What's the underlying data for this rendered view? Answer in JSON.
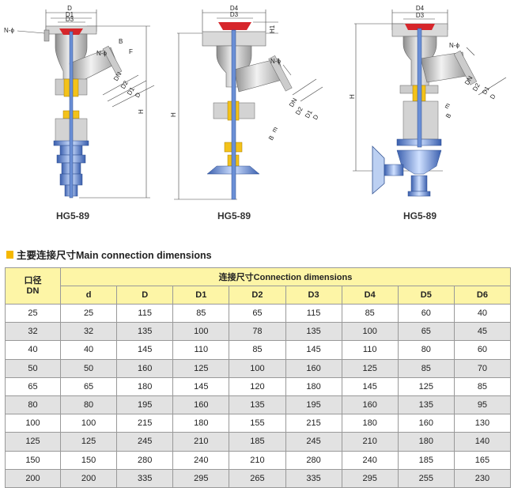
{
  "drawings": [
    {
      "caption": "HG5-89",
      "labels": {
        "D": "D",
        "D1": "D1",
        "D3": "D3",
        "N_phi": "N-ϕ",
        "B": "B",
        "F": "F",
        "DN": "DN",
        "D2": "D2",
        "D1b": "D1",
        "Db": "D",
        "H": "H"
      }
    },
    {
      "caption": "HG5-89",
      "labels": {
        "D4": "D4",
        "D3": "D3",
        "H1": "H1",
        "N_phi": "N-ϕ",
        "DN": "DN",
        "D2": "D2",
        "D1": "D1",
        "D": "D",
        "m": "m",
        "B": "B",
        "H": "H"
      }
    },
    {
      "caption": "HG5-89",
      "labels": {
        "D4": "D4",
        "D3": "D3",
        "N_phi": "N-ϕ",
        "DN": "DN",
        "D2": "D2",
        "D1": "D1",
        "D": "D",
        "m": "m",
        "B": "B",
        "H": "H"
      }
    }
  ],
  "section": {
    "title": "主要连接尺寸Main connection dimensions",
    "bullet_color": "#f5b800"
  },
  "table": {
    "dn_header_cn": "口径",
    "dn_header_en": "DN",
    "group_header": "连接尺寸Connection dimensions",
    "columns": [
      "d",
      "D",
      "D1",
      "D2",
      "D3",
      "D4",
      "D5",
      "D6"
    ],
    "header_color": "#fdf5a6",
    "stripe_color": "#e2e2e2",
    "rows": [
      [
        "25",
        "25",
        "115",
        "85",
        "65",
        "115",
        "85",
        "60",
        "40"
      ],
      [
        "32",
        "32",
        "135",
        "100",
        "78",
        "135",
        "100",
        "65",
        "45"
      ],
      [
        "40",
        "40",
        "145",
        "110",
        "85",
        "145",
        "110",
        "80",
        "60"
      ],
      [
        "50",
        "50",
        "160",
        "125",
        "100",
        "160",
        "125",
        "85",
        "70"
      ],
      [
        "65",
        "65",
        "180",
        "145",
        "120",
        "180",
        "145",
        "125",
        "85"
      ],
      [
        "80",
        "80",
        "195",
        "160",
        "135",
        "195",
        "160",
        "135",
        "95"
      ],
      [
        "100",
        "100",
        "215",
        "180",
        "155",
        "215",
        "180",
        "160",
        "130"
      ],
      [
        "125",
        "125",
        "245",
        "210",
        "185",
        "245",
        "210",
        "180",
        "140"
      ],
      [
        "150",
        "150",
        "280",
        "240",
        "210",
        "280",
        "240",
        "185",
        "165"
      ],
      [
        "200",
        "200",
        "335",
        "295",
        "265",
        "335",
        "295",
        "255",
        "230"
      ]
    ]
  }
}
